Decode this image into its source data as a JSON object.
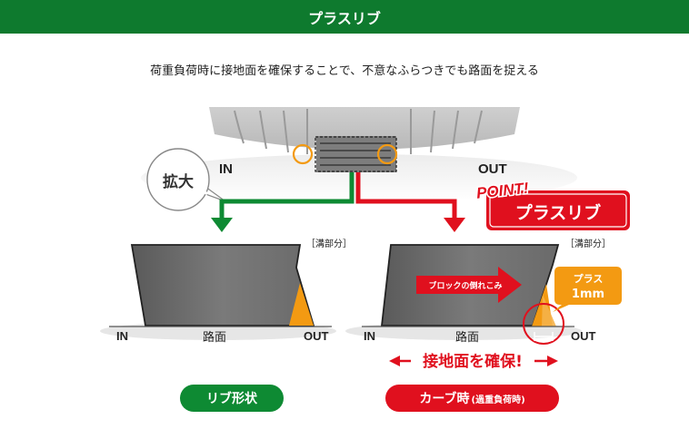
{
  "header": {
    "title": "プラスリブ"
  },
  "subtitle": "荷重負荷時に接地面を確保することで、不意なふらつきでも路面を捉える",
  "top": {
    "in_label": "IN",
    "out_label": "OUT",
    "zoom_label": "拡大"
  },
  "point": {
    "badge": "POINT!",
    "title": "プラスリブ"
  },
  "left_panel": {
    "groove_label": "［溝部分］",
    "road_label": "路面",
    "in_label": "IN",
    "out_label": "OUT",
    "caption": "リブ形状"
  },
  "right_panel": {
    "groove_label": "［溝部分］",
    "road_label": "路面",
    "in_label": "IN",
    "out_label": "OUT",
    "arrow_text": "ブロックの倒れこみ",
    "plus_line1": "プラス",
    "plus_line2": "1mm",
    "secure_text": "接地面を確保!",
    "caption_main": "カーブ時",
    "caption_sub": "(過重負荷時)"
  },
  "colors": {
    "green": "#0e7a2e",
    "red": "#e0101e",
    "orange": "#f39a12",
    "block_gray": "#6e6e6e"
  }
}
